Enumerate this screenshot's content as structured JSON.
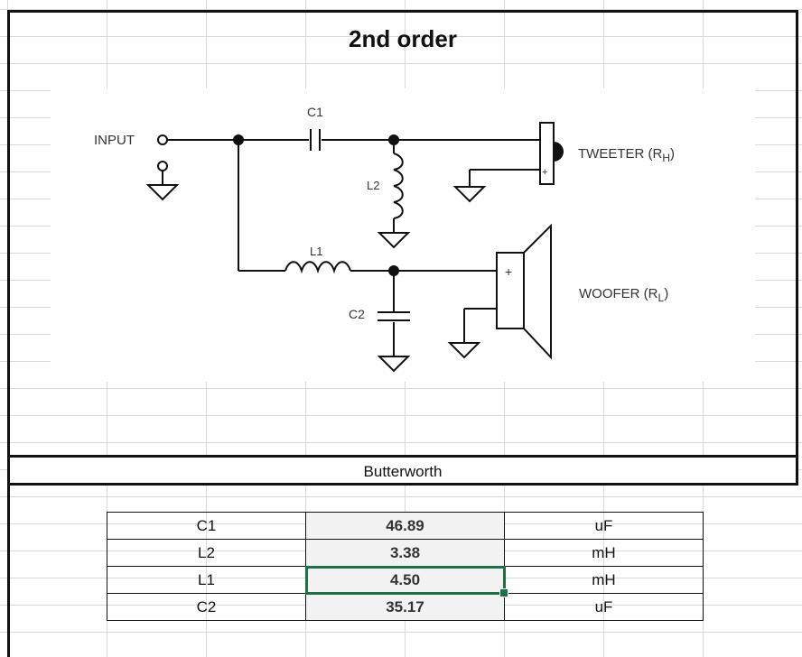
{
  "title": "2nd order",
  "circuit": {
    "input_label": "INPUT",
    "c1_label": "C1",
    "l2_label": "L2",
    "l1_label": "L1",
    "c2_label": "C2",
    "tweeter_label": "TWEETER (R",
    "tweeter_sub": "H",
    "woofer_label": "WOOFER (R",
    "woofer_sub": "L",
    "plus": "+"
  },
  "filter_type": "Butterworth",
  "components": [
    {
      "name": "C1",
      "value": "46.89",
      "unit": "uF"
    },
    {
      "name": "L2",
      "value": "3.38",
      "unit": "mH"
    },
    {
      "name": "L1",
      "value": "4.50",
      "unit": "mH"
    },
    {
      "name": "C2",
      "value": "35.17",
      "unit": "uF"
    }
  ],
  "selected_cell": "L1 value",
  "colors": {
    "selection": "#1e7145",
    "value_fill": "#f2f2f2",
    "grid": "#d9d9d9"
  }
}
